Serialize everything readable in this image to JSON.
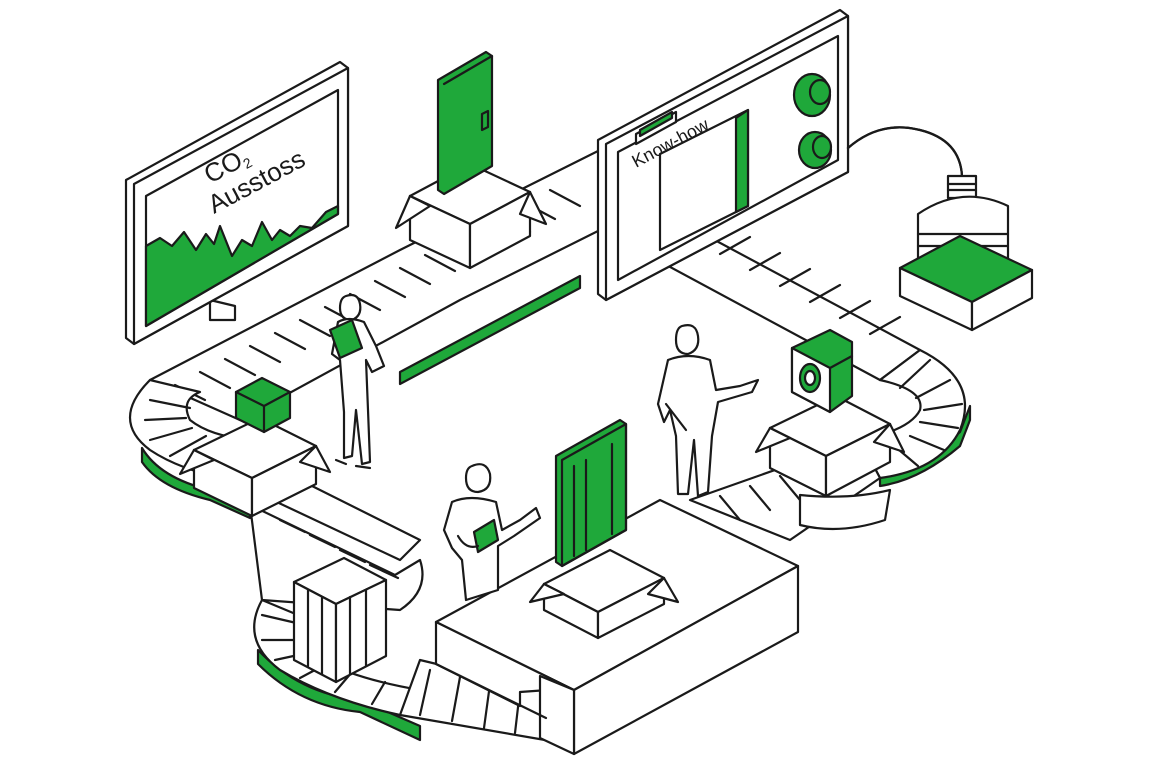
{
  "colors": {
    "accent": "#1fa83a",
    "ink": "#1a1a1a",
    "background": "#ffffff"
  },
  "monitor": {
    "line1": "CO",
    "subscript": "2",
    "line2": "Ausstoss"
  },
  "gate": {
    "label": "Know-how"
  }
}
